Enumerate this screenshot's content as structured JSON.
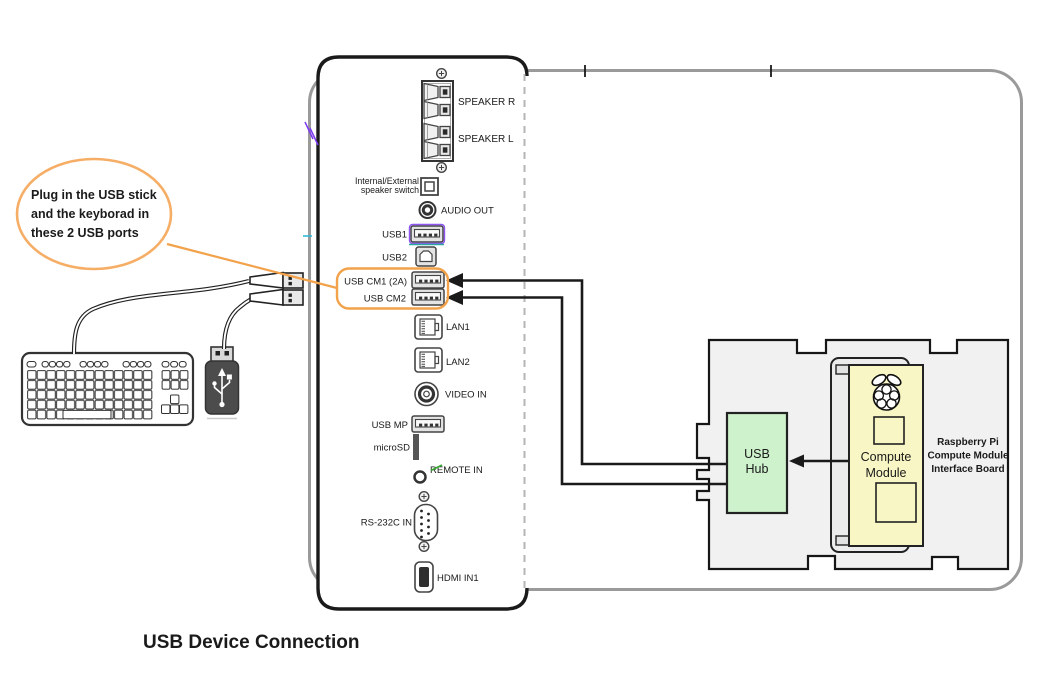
{
  "title": "USB Device Connection",
  "callout": {
    "lines": [
      "Plug in the USB stick",
      "and the keyborad in",
      "these 2 USB ports"
    ]
  },
  "panel": {
    "speaker_r": "SPEAKER R",
    "speaker_l": "SPEAKER L",
    "speaker_switch": [
      "Internal/External",
      "speaker switch"
    ],
    "audio_out": "AUDIO OUT",
    "usb1": "USB1",
    "usb2": "USB2",
    "usb_cm1": "USB CM1 (2A)",
    "usb_cm2": "USB CM2",
    "lan1": "LAN1",
    "lan2": "LAN2",
    "video_in": "VIDEO IN",
    "usb_mp": "USB MP",
    "microsd": "microSD",
    "remote_in": "REMOTE IN",
    "rs232c_in": "RS-232C IN",
    "hdmi_in1": "HDMI IN1"
  },
  "board": {
    "usb_hub": [
      "USB",
      "Hub"
    ],
    "compute_module": [
      "Compute",
      "Module"
    ],
    "board_label": [
      "Raspberry Pi",
      "Compute Module",
      "Interface Board"
    ]
  },
  "colors": {
    "callout_orange": "#F6AE66",
    "highlight_orange": "#F2A24A",
    "hub_green": "#CDF2CC",
    "module_yellow": "#F8F6C4",
    "board_gray": "#F1F1F1",
    "title_blue": "#1F5F9F"
  }
}
